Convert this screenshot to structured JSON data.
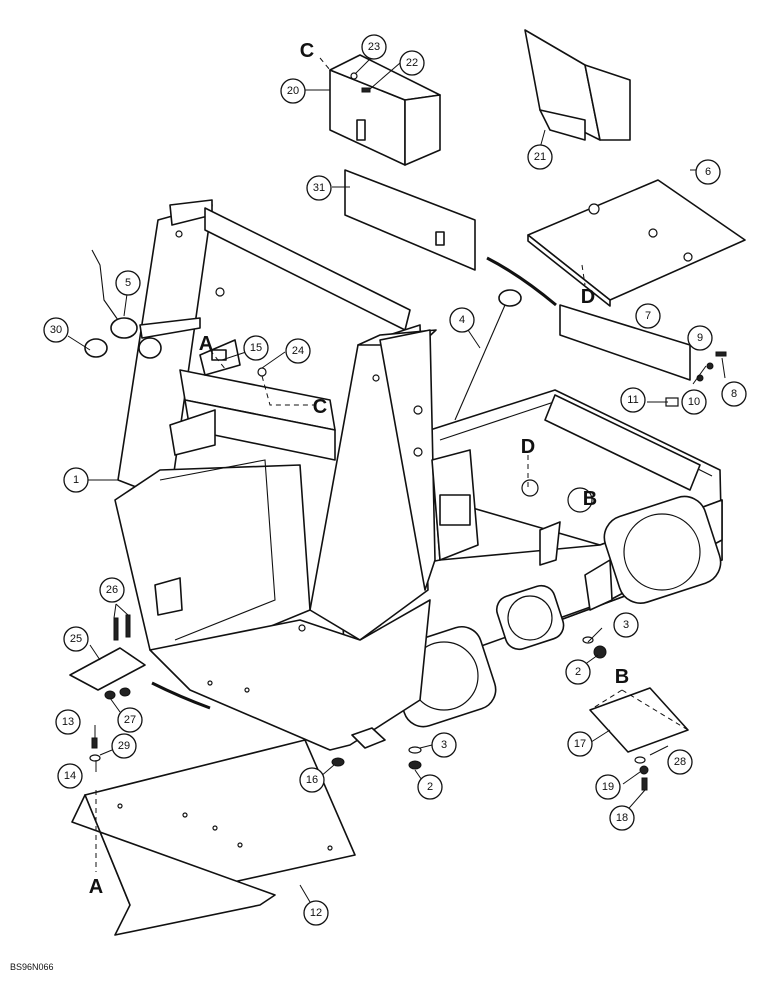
{
  "figure_code": "BS96N066",
  "callouts": [
    "1",
    "2",
    "2",
    "3",
    "3",
    "4",
    "5",
    "6",
    "7",
    "8",
    "9",
    "10",
    "11",
    "12",
    "13",
    "14",
    "15",
    "16",
    "17",
    "18",
    "19",
    "20",
    "21",
    "22",
    "23",
    "24",
    "25",
    "26",
    "27",
    "28",
    "29",
    "30",
    "31"
  ],
  "reference_letters": [
    "A",
    "A",
    "B",
    "B",
    "C",
    "C",
    "D",
    "D"
  ]
}
